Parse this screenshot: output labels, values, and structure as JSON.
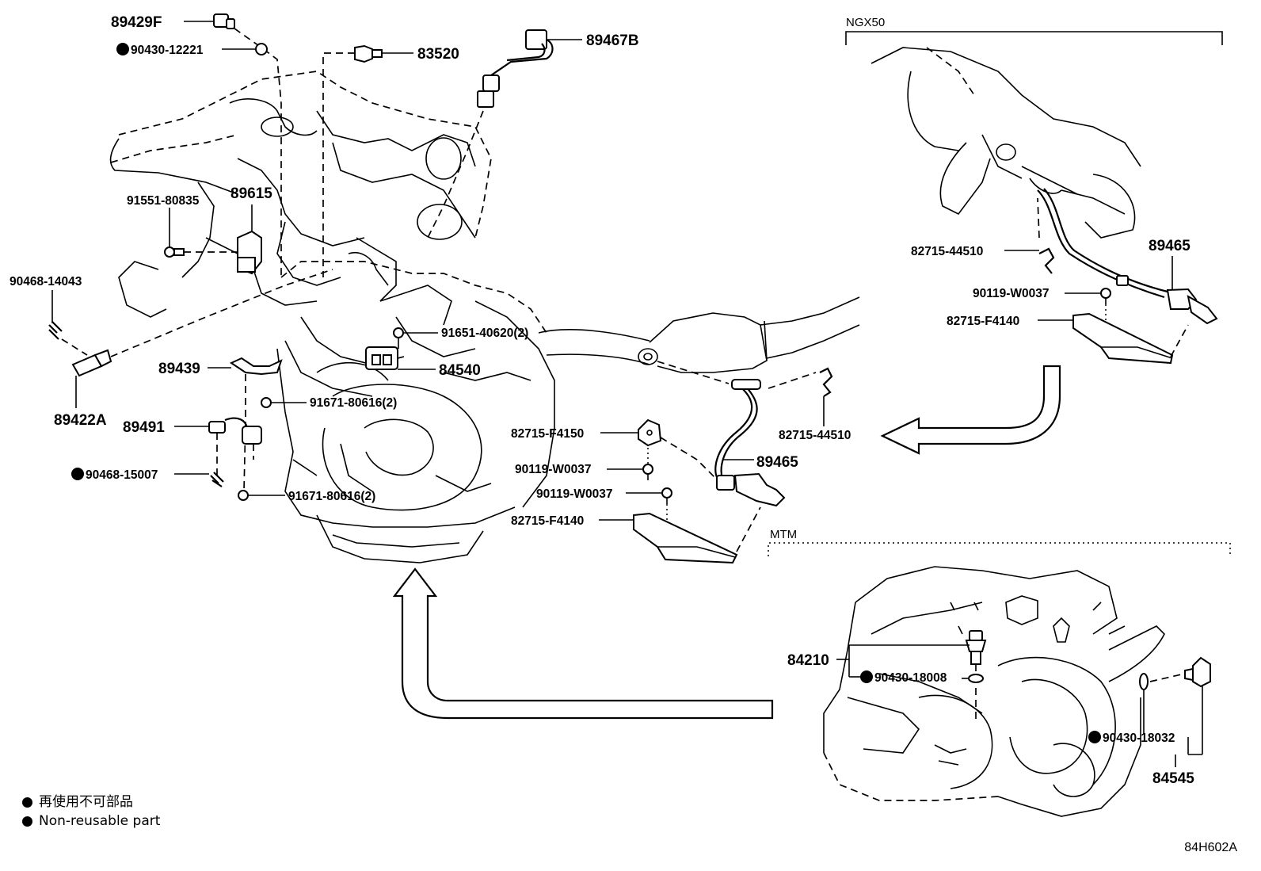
{
  "section_labels": {
    "ngx50": "NGX50",
    "mtm": "MTM"
  },
  "parts": {
    "p89429f": "89429F",
    "p90430_12221": "90430-12221",
    "p83520": "83520",
    "p89467b": "89467B",
    "p91551_80835": "91551-80835",
    "p89615": "89615",
    "p90468_14043": "90468-14043",
    "p89422a": "89422A",
    "p89439": "89439",
    "p91651_40620": "91651-40620(2)",
    "p84540": "84540",
    "p91671_80616_a": "91671-80616(2)",
    "p89491": "89491",
    "p90468_15007": "90468-15007",
    "p91671_80616_b": "91671-80616(2)",
    "p82715_f4150": "82715-F4150",
    "p90119_w0037_a": "90119-W0037",
    "p90119_w0037_b": "90119-W0037",
    "p82715_f4140_a": "82715-F4140",
    "p89465_a": "89465",
    "p82715_44510_a": "82715-44510",
    "p82715_44510_b": "82715-44510",
    "p89465_b": "89465",
    "p90119_w0037_c": "90119-W0037",
    "p82715_f4140_b": "82715-F4140",
    "p84210": "84210",
    "p90430_18008": "90430-18008",
    "p90430_18032": "90430-18032",
    "p84545": "84545"
  },
  "legend": {
    "jp": "再使用不可部品",
    "en": "Non-reusable part"
  },
  "figure_id": "84H602A"
}
